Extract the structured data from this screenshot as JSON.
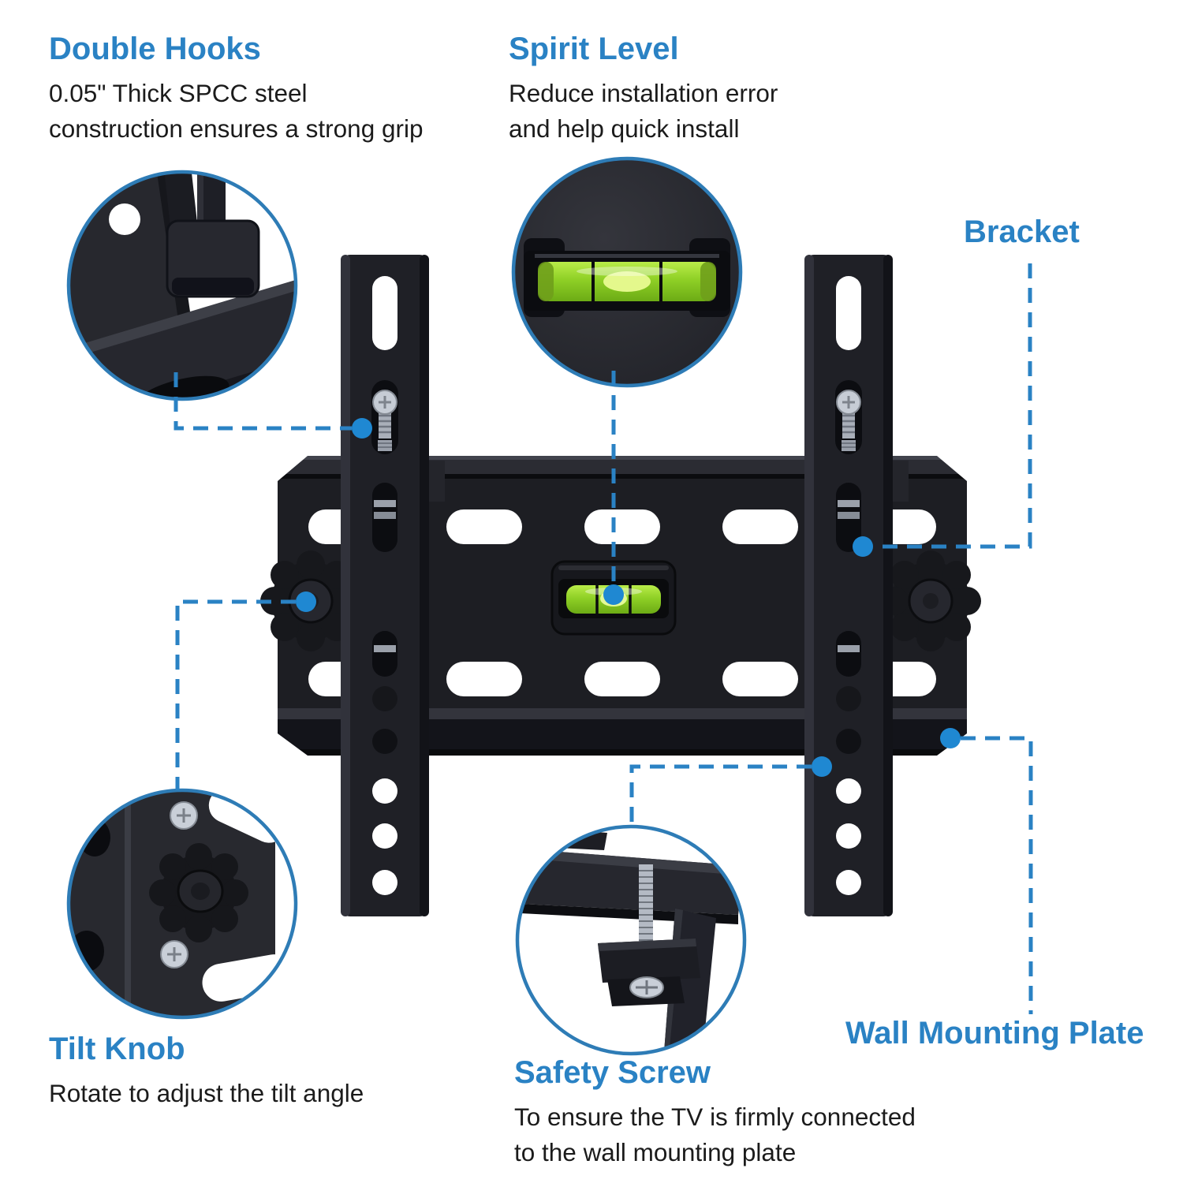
{
  "colors": {
    "accent": "#2a82c4",
    "dot": "#1f88d2",
    "ring": "#2e7cb6",
    "text": "#1b1b1b",
    "background": "#ffffff",
    "bubble_green": "#8fd026"
  },
  "callouts": {
    "double_hooks": {
      "title": "Double Hooks",
      "lines": [
        "0.05\" Thick SPCC steel",
        "construction ensures a strong grip"
      ]
    },
    "spirit_level": {
      "title": "Spirit Level",
      "lines": [
        "Reduce installation error",
        "and help quick install"
      ]
    },
    "bracket": {
      "title": "Bracket"
    },
    "tilt_knob": {
      "title": "Tilt Knob",
      "lines": [
        "Rotate to adjust the tilt angle"
      ]
    },
    "safety_screw": {
      "title": "Safety Screw",
      "lines": [
        "To ensure the TV is firmly connected",
        "to the wall mounting plate"
      ]
    },
    "wall_mounting_plate": {
      "title": "Wall Mounting Plate"
    }
  }
}
